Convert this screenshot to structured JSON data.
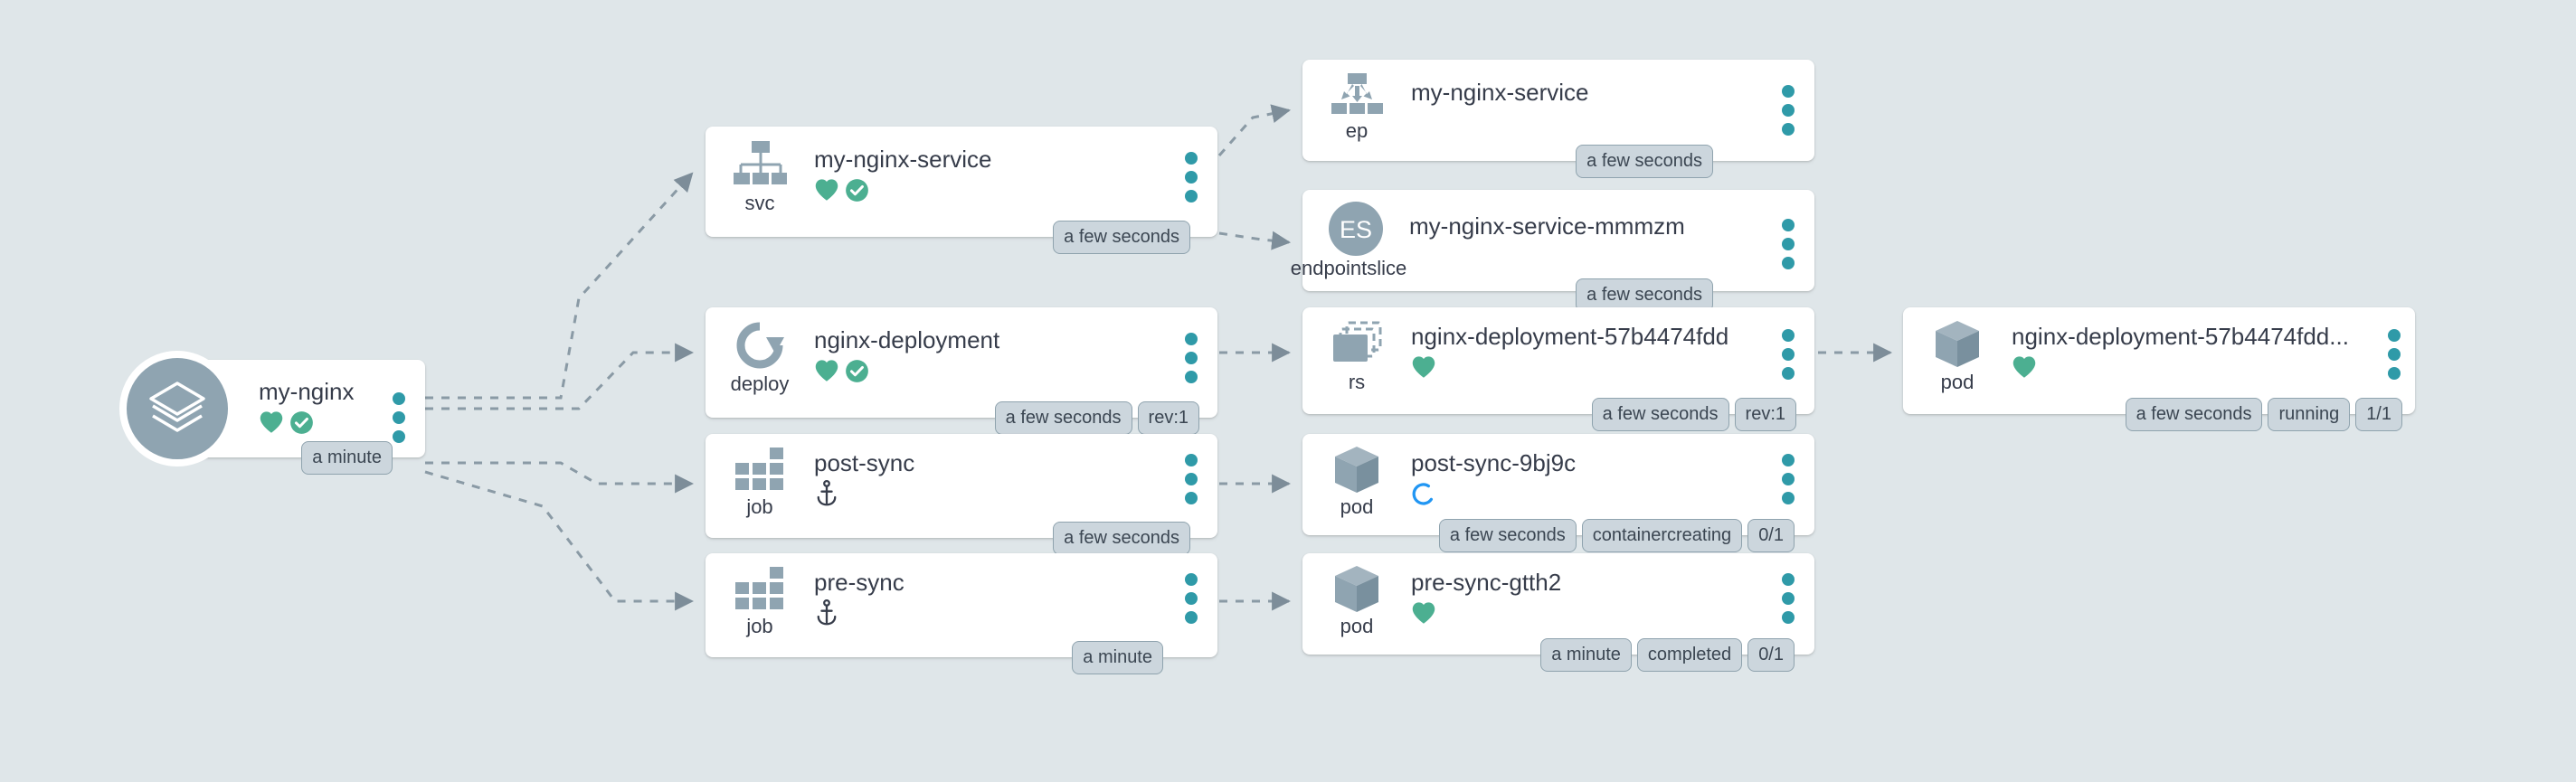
{
  "theme": {
    "background": "#dfe6e9",
    "card": "#ffffff",
    "text": "#363c4a",
    "icon_gray": "#8fa4b1",
    "healthy_green": "#4caf91",
    "kebab_teal": "#2f9aa8",
    "pill_bg": "#ccd6dd",
    "pill_border": "#8fa3ae",
    "progress_blue": "#2196f3",
    "edge": "#8a9aa5"
  },
  "nodes": [
    {
      "id": "app-my-nginx",
      "kind_label": "",
      "title": "my-nginx",
      "icon": "application-layers-icon",
      "health": "healthy",
      "sync": "synced",
      "pills": [
        "a minute"
      ]
    },
    {
      "id": "svc-my-nginx-service",
      "kind_label": "svc",
      "title": "my-nginx-service",
      "icon": "service-tree-icon",
      "health": "healthy",
      "sync": "synced",
      "pills": [
        "a few seconds"
      ]
    },
    {
      "id": "deploy-nginx-deployment",
      "kind_label": "deploy",
      "title": "nginx-deployment",
      "icon": "deployment-rotate-icon",
      "health": "healthy",
      "sync": "synced",
      "pills": [
        "a few seconds",
        "rev:1"
      ]
    },
    {
      "id": "job-post-sync",
      "kind_label": "job",
      "title": "post-sync",
      "icon": "job-grid-icon",
      "hook": "anchor-icon",
      "pills": [
        "a few seconds"
      ]
    },
    {
      "id": "job-pre-sync",
      "kind_label": "job",
      "title": "pre-sync",
      "icon": "job-grid-icon",
      "hook": "anchor-icon",
      "pills": [
        "a minute"
      ]
    },
    {
      "id": "ep-my-nginx-service",
      "kind_label": "ep",
      "title": "my-nginx-service",
      "icon": "endpoints-fanout-icon",
      "pills": [
        "a few seconds"
      ]
    },
    {
      "id": "endpointslice-my-nginx-service-mmmzm",
      "kind_label": "endpointslice",
      "title": "my-nginx-service-mmmzm",
      "icon": "endpointslice-es-badge",
      "icon_text": "ES",
      "pills": [
        "a few seconds"
      ]
    },
    {
      "id": "rs-nginx-deployment-57b4474fdd",
      "kind_label": "rs",
      "title": "nginx-deployment-57b4474fdd",
      "icon": "replicaset-stacked-icon",
      "health": "healthy",
      "pills": [
        "a few seconds",
        "rev:1"
      ]
    },
    {
      "id": "pod-post-sync-9bj9c",
      "kind_label": "pod",
      "title": "post-sync-9bj9c",
      "icon": "pod-cube-icon",
      "health": "progressing",
      "pills": [
        "a few seconds",
        "containercreating",
        "0/1"
      ]
    },
    {
      "id": "pod-pre-sync-gtth2",
      "kind_label": "pod",
      "title": "pre-sync-gtth2",
      "icon": "pod-cube-icon",
      "health": "healthy",
      "pills": [
        "a minute",
        "completed",
        "0/1"
      ]
    },
    {
      "id": "pod-nginx-deployment-57b4474fdd",
      "kind_label": "pod",
      "title": "nginx-deployment-57b4474fdd...",
      "icon": "pod-cube-icon",
      "health": "healthy",
      "pills": [
        "a few seconds",
        "running",
        "1/1"
      ]
    }
  ]
}
